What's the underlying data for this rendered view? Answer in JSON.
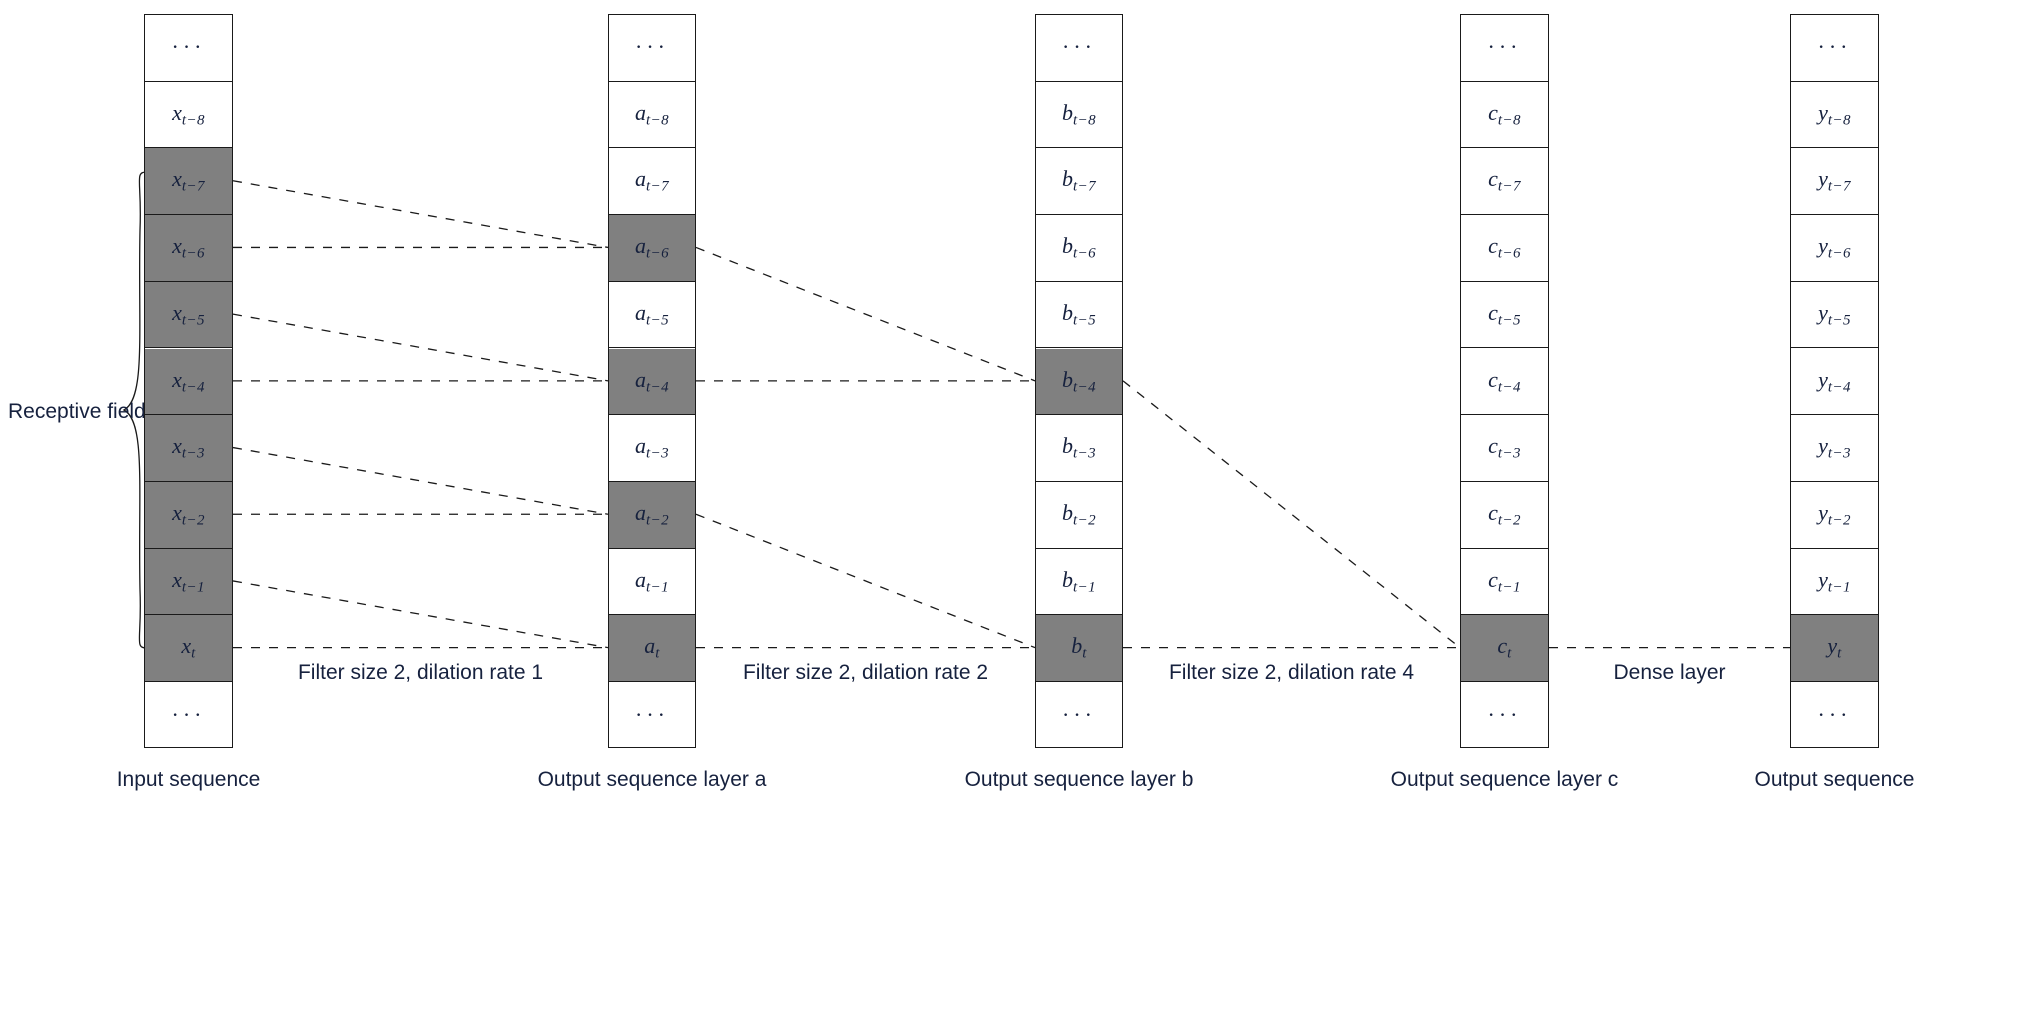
{
  "diagram": {
    "title": "Dilated causal convolution receptive field",
    "receptive_field_label": "Receptive field",
    "shade_color": "#808080",
    "line_color": "#1a1a1a",
    "background": "#ffffff",
    "ellipsis": "···"
  },
  "columns": [
    {
      "id": "input",
      "caption": "Input sequence",
      "cells": [
        {
          "label": "···",
          "base": "",
          "sub": "",
          "shaded": false,
          "ellipsis": true
        },
        {
          "label": "x_{t-8}",
          "base": "x",
          "sub": "t−8",
          "shaded": false,
          "ellipsis": false
        },
        {
          "label": "x_{t-7}",
          "base": "x",
          "sub": "t−7",
          "shaded": true,
          "ellipsis": false
        },
        {
          "label": "x_{t-6}",
          "base": "x",
          "sub": "t−6",
          "shaded": true,
          "ellipsis": false
        },
        {
          "label": "x_{t-5}",
          "base": "x",
          "sub": "t−5",
          "shaded": true,
          "ellipsis": false
        },
        {
          "label": "x_{t-4}",
          "base": "x",
          "sub": "t−4",
          "shaded": true,
          "ellipsis": false
        },
        {
          "label": "x_{t-3}",
          "base": "x",
          "sub": "t−3",
          "shaded": true,
          "ellipsis": false
        },
        {
          "label": "x_{t-2}",
          "base": "x",
          "sub": "t−2",
          "shaded": true,
          "ellipsis": false
        },
        {
          "label": "x_{t-1}",
          "base": "x",
          "sub": "t−1",
          "shaded": true,
          "ellipsis": false
        },
        {
          "label": "x_t",
          "base": "x",
          "sub": "t",
          "shaded": true,
          "ellipsis": false
        },
        {
          "label": "···",
          "base": "",
          "sub": "",
          "shaded": false,
          "ellipsis": true
        }
      ]
    },
    {
      "id": "layer_a",
      "caption": "Output sequence layer a",
      "cells": [
        {
          "label": "···",
          "base": "",
          "sub": "",
          "shaded": false,
          "ellipsis": true
        },
        {
          "label": "a_{t-8}",
          "base": "a",
          "sub": "t−8",
          "shaded": false,
          "ellipsis": false
        },
        {
          "label": "a_{t-7}",
          "base": "a",
          "sub": "t−7",
          "shaded": false,
          "ellipsis": false
        },
        {
          "label": "a_{t-6}",
          "base": "a",
          "sub": "t−6",
          "shaded": true,
          "ellipsis": false
        },
        {
          "label": "a_{t-5}",
          "base": "a",
          "sub": "t−5",
          "shaded": false,
          "ellipsis": false
        },
        {
          "label": "a_{t-4}",
          "base": "a",
          "sub": "t−4",
          "shaded": true,
          "ellipsis": false
        },
        {
          "label": "a_{t-3}",
          "base": "a",
          "sub": "t−3",
          "shaded": false,
          "ellipsis": false
        },
        {
          "label": "a_{t-2}",
          "base": "a",
          "sub": "t−2",
          "shaded": true,
          "ellipsis": false
        },
        {
          "label": "a_{t-1}",
          "base": "a",
          "sub": "t−1",
          "shaded": false,
          "ellipsis": false
        },
        {
          "label": "a_t",
          "base": "a",
          "sub": "t",
          "shaded": true,
          "ellipsis": false
        },
        {
          "label": "···",
          "base": "",
          "sub": "",
          "shaded": false,
          "ellipsis": true
        }
      ]
    },
    {
      "id": "layer_b",
      "caption": "Output sequence layer b",
      "cells": [
        {
          "label": "···",
          "base": "",
          "sub": "",
          "shaded": false,
          "ellipsis": true
        },
        {
          "label": "b_{t-8}",
          "base": "b",
          "sub": "t−8",
          "shaded": false,
          "ellipsis": false
        },
        {
          "label": "b_{t-7}",
          "base": "b",
          "sub": "t−7",
          "shaded": false,
          "ellipsis": false
        },
        {
          "label": "b_{t-6}",
          "base": "b",
          "sub": "t−6",
          "shaded": false,
          "ellipsis": false
        },
        {
          "label": "b_{t-5}",
          "base": "b",
          "sub": "t−5",
          "shaded": false,
          "ellipsis": false
        },
        {
          "label": "b_{t-4}",
          "base": "b",
          "sub": "t−4",
          "shaded": true,
          "ellipsis": false
        },
        {
          "label": "b_{t-3}",
          "base": "b",
          "sub": "t−3",
          "shaded": false,
          "ellipsis": false
        },
        {
          "label": "b_{t-2}",
          "base": "b",
          "sub": "t−2",
          "shaded": false,
          "ellipsis": false
        },
        {
          "label": "b_{t-1}",
          "base": "b",
          "sub": "t−1",
          "shaded": false,
          "ellipsis": false
        },
        {
          "label": "b_t",
          "base": "b",
          "sub": "t",
          "shaded": true,
          "ellipsis": false
        },
        {
          "label": "···",
          "base": "",
          "sub": "",
          "shaded": false,
          "ellipsis": true
        }
      ]
    },
    {
      "id": "layer_c",
      "caption": "Output sequence layer c",
      "cells": [
        {
          "label": "···",
          "base": "",
          "sub": "",
          "shaded": false,
          "ellipsis": true
        },
        {
          "label": "c_{t-8}",
          "base": "c",
          "sub": "t−8",
          "shaded": false,
          "ellipsis": false
        },
        {
          "label": "c_{t-7}",
          "base": "c",
          "sub": "t−7",
          "shaded": false,
          "ellipsis": false
        },
        {
          "label": "c_{t-6}",
          "base": "c",
          "sub": "t−6",
          "shaded": false,
          "ellipsis": false
        },
        {
          "label": "c_{t-5}",
          "base": "c",
          "sub": "t−5",
          "shaded": false,
          "ellipsis": false
        },
        {
          "label": "c_{t-4}",
          "base": "c",
          "sub": "t−4",
          "shaded": false,
          "ellipsis": false
        },
        {
          "label": "c_{t-3}",
          "base": "c",
          "sub": "t−3",
          "shaded": false,
          "ellipsis": false
        },
        {
          "label": "c_{t-2}",
          "base": "c",
          "sub": "t−2",
          "shaded": false,
          "ellipsis": false
        },
        {
          "label": "c_{t-1}",
          "base": "c",
          "sub": "t−1",
          "shaded": false,
          "ellipsis": false
        },
        {
          "label": "c_t",
          "base": "c",
          "sub": "t",
          "shaded": true,
          "ellipsis": false
        },
        {
          "label": "···",
          "base": "",
          "sub": "",
          "shaded": false,
          "ellipsis": true
        }
      ]
    },
    {
      "id": "output",
      "caption": "Output sequence",
      "cells": [
        {
          "label": "···",
          "base": "",
          "sub": "",
          "shaded": false,
          "ellipsis": true
        },
        {
          "label": "y_{t-8}",
          "base": "y",
          "sub": "t−8",
          "shaded": false,
          "ellipsis": false
        },
        {
          "label": "y_{t-7}",
          "base": "y",
          "sub": "t−7",
          "shaded": false,
          "ellipsis": false
        },
        {
          "label": "y_{t-6}",
          "base": "y",
          "sub": "t−6",
          "shaded": false,
          "ellipsis": false
        },
        {
          "label": "y_{t-5}",
          "base": "y",
          "sub": "t−5",
          "shaded": false,
          "ellipsis": false
        },
        {
          "label": "y_{t-4}",
          "base": "y",
          "sub": "t−4",
          "shaded": false,
          "ellipsis": false
        },
        {
          "label": "y_{t-3}",
          "base": "y",
          "sub": "t−3",
          "shaded": false,
          "ellipsis": false
        },
        {
          "label": "y_{t-2}",
          "base": "y",
          "sub": "t−2",
          "shaded": false,
          "ellipsis": false
        },
        {
          "label": "y_{t-1}",
          "base": "y",
          "sub": "t−1",
          "shaded": false,
          "ellipsis": false
        },
        {
          "label": "y_t",
          "base": "y",
          "sub": "t",
          "shaded": true,
          "ellipsis": false
        },
        {
          "label": "···",
          "base": "",
          "sub": "",
          "shaded": false,
          "ellipsis": true
        }
      ]
    }
  ],
  "connectors": [
    {
      "id": "conn-input-a",
      "label": "Filter size 2, dilation rate 1",
      "filter_size": 2,
      "dilation_rate": 1
    },
    {
      "id": "conn-a-b",
      "label": "Filter size 2, dilation rate 2",
      "filter_size": 2,
      "dilation_rate": 2
    },
    {
      "id": "conn-b-c",
      "label": "Filter size 2, dilation rate 4",
      "filter_size": 2,
      "dilation_rate": 4
    },
    {
      "id": "conn-c-output",
      "label": "Dense layer",
      "filter_size": null,
      "dilation_rate": null
    }
  ],
  "edges": [
    {
      "from": "x_{t-7}",
      "to": "a_{t-6}"
    },
    {
      "from": "x_{t-6}",
      "to": "a_{t-6}"
    },
    {
      "from": "x_{t-5}",
      "to": "a_{t-4}"
    },
    {
      "from": "x_{t-4}",
      "to": "a_{t-4}"
    },
    {
      "from": "x_{t-3}",
      "to": "a_{t-2}"
    },
    {
      "from": "x_{t-2}",
      "to": "a_{t-2}"
    },
    {
      "from": "x_{t-1}",
      "to": "a_t"
    },
    {
      "from": "x_t",
      "to": "a_t"
    },
    {
      "from": "a_{t-6}",
      "to": "b_{t-4}"
    },
    {
      "from": "a_{t-4}",
      "to": "b_{t-4}"
    },
    {
      "from": "a_{t-2}",
      "to": "b_t"
    },
    {
      "from": "a_t",
      "to": "b_t"
    },
    {
      "from": "b_{t-4}",
      "to": "c_t"
    },
    {
      "from": "b_t",
      "to": "c_t"
    },
    {
      "from": "c_t",
      "to": "y_t"
    }
  ]
}
